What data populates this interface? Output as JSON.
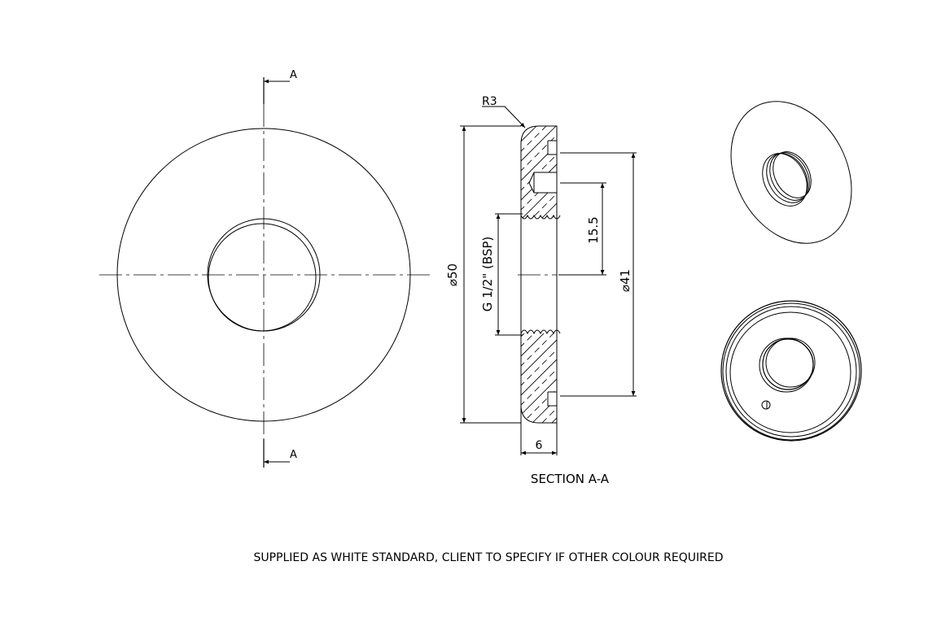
{
  "front_view": {
    "section_label_top": "A",
    "section_label_bottom": "A"
  },
  "section_view": {
    "title": "SECTION A-A",
    "radius_label": "R3",
    "outer_diameter_label": "⌀50",
    "thread_label": "G 1/2\" (BSP)",
    "hole_offset_label": "15.5",
    "pcd_label": "⌀41",
    "thickness_label": "6"
  },
  "note": "SUPPLIED AS WHITE STANDARD, CLIENT TO SPECIFY IF OTHER COLOUR REQUIRED"
}
